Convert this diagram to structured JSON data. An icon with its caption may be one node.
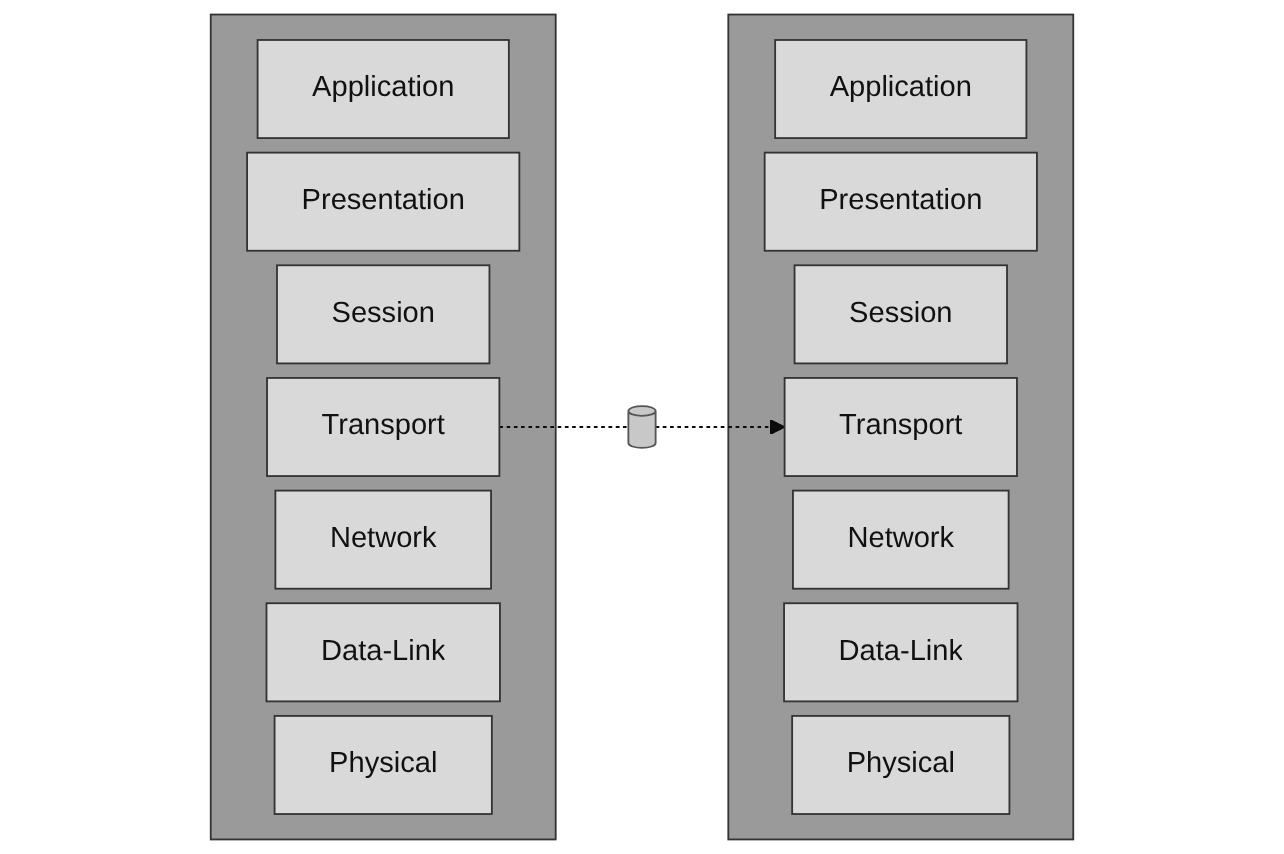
{
  "diagram": {
    "nodes": [
      {
        "text": [],
        "shape": "box"
      },
      {
        "text": [
          "Application"
        ],
        "in": 0
      },
      {
        "text": [
          "Presentation"
        ],
        "in": 0
      },
      {
        "text": [
          "Session"
        ],
        "in": 0
      },
      {
        "text": [
          "Transport"
        ],
        "in": 0
      },
      {
        "text": [
          "Network"
        ],
        "in": 0
      },
      {
        "text": [
          "Data-Link"
        ],
        "in": 0
      },
      {
        "text": [
          "Physical"
        ],
        "in": 0
      },
      {
        "text": [],
        "shape": "box"
      },
      {
        "text": [
          "Application"
        ],
        "in": 8
      },
      {
        "text": [
          "Presentation"
        ],
        "in": 8
      },
      {
        "text": [
          "Session"
        ],
        "in": 8
      },
      {
        "text": [
          "Transport"
        ],
        "in": 8
      },
      {
        "text": [
          "Network"
        ],
        "in": 8
      },
      {
        "text": [
          "Data-Link"
        ],
        "in": 8
      },
      {
        "text": [
          "Physical"
        ],
        "in": 8
      },
      {
        "text": [],
        "shape": "cylinder"
      }
    ],
    "edges": [
      {
        "from": 4,
        "to": 16,
        "arrow": "none",
        "style": "dashed"
      },
      {
        "from": 16,
        "to": 12,
        "arrow": "to",
        "style": "dashed"
      }
    ]
  }
}
